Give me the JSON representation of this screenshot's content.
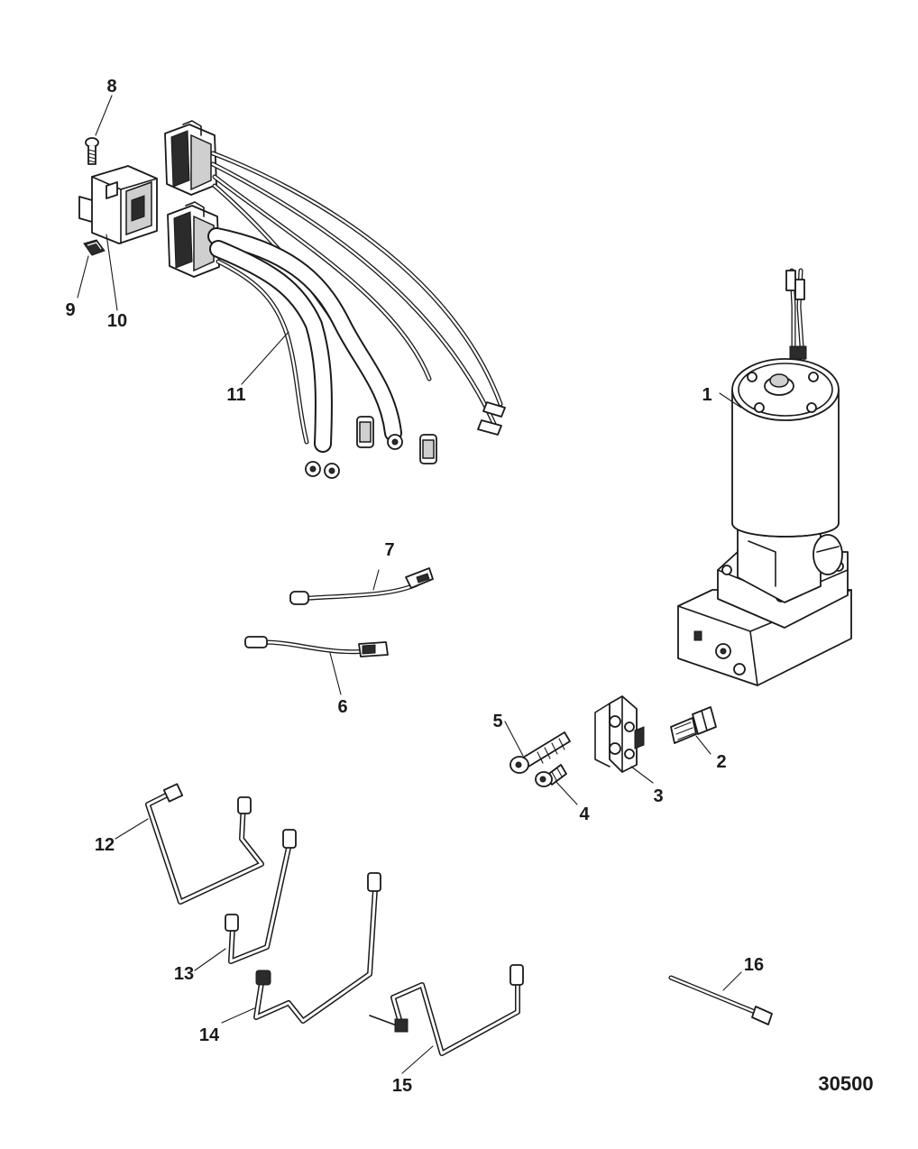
{
  "diagram": {
    "reference_number": "30500",
    "callouts": [
      {
        "id": "1",
        "text": "1"
      },
      {
        "id": "2",
        "text": "2"
      },
      {
        "id": "3",
        "text": "3"
      },
      {
        "id": "4",
        "text": "4"
      },
      {
        "id": "5",
        "text": "5"
      },
      {
        "id": "6",
        "text": "6"
      },
      {
        "id": "7",
        "text": "7"
      },
      {
        "id": "8",
        "text": "8"
      },
      {
        "id": "9",
        "text": "9"
      },
      {
        "id": "10",
        "text": "10"
      },
      {
        "id": "11",
        "text": "11"
      },
      {
        "id": "12",
        "text": "12"
      },
      {
        "id": "13",
        "text": "13"
      },
      {
        "id": "14",
        "text": "14"
      },
      {
        "id": "15",
        "text": "15"
      },
      {
        "id": "16",
        "text": "16"
      }
    ]
  }
}
